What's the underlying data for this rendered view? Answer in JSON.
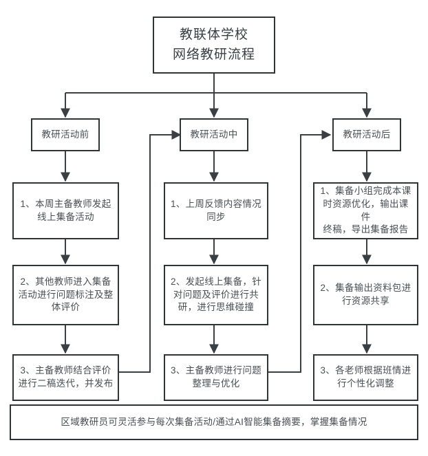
{
  "diagram": {
    "title_box": {
      "text": "教联体学校\n网络教研流程"
    },
    "phases": [
      {
        "id": "before",
        "label": "教研活动前"
      },
      {
        "id": "during",
        "label": "教研活动中"
      },
      {
        "id": "after",
        "label": "教研活动后"
      }
    ],
    "columns": [
      {
        "id": "before",
        "steps": [
          {
            "index": "1",
            "text": "1、本周主备教师发起\n线上集备活动"
          },
          {
            "index": "2",
            "text": "2、其他教师进入集备\n活动进行问题标注及整\n体评价"
          },
          {
            "index": "3",
            "text": "3、主备教师结合评价\n进行二稿迭代，并发布"
          }
        ]
      },
      {
        "id": "during",
        "steps": [
          {
            "index": "1",
            "text": "1、上周反馈内容情况\n同步"
          },
          {
            "index": "2",
            "text": "2、发起线上集备，针\n对问题及评价进行共\n研，进行思维碰撞"
          },
          {
            "index": "3",
            "text": "3、主备教师进行问题\n整理与优化"
          }
        ]
      },
      {
        "id": "after",
        "steps": [
          {
            "index": "1",
            "text": "1、集备小组完成本课\n时资源优化，输出课件\n终稿，导出集备报告"
          },
          {
            "index": "2",
            "text": "2、集备输出资料包进\n行资源共享"
          },
          {
            "index": "3",
            "text": "3、各老师根据班情进\n行个性化调整"
          }
        ]
      }
    ],
    "footer": {
      "text": "区域教研员可灵活参与每次集备活动/通过AI智能集备摘要，掌握集备情况"
    },
    "colors": {
      "border": "#2f3437",
      "connector": "#3a3f44",
      "text": "#4a4f54",
      "background": "#ffffff"
    }
  }
}
